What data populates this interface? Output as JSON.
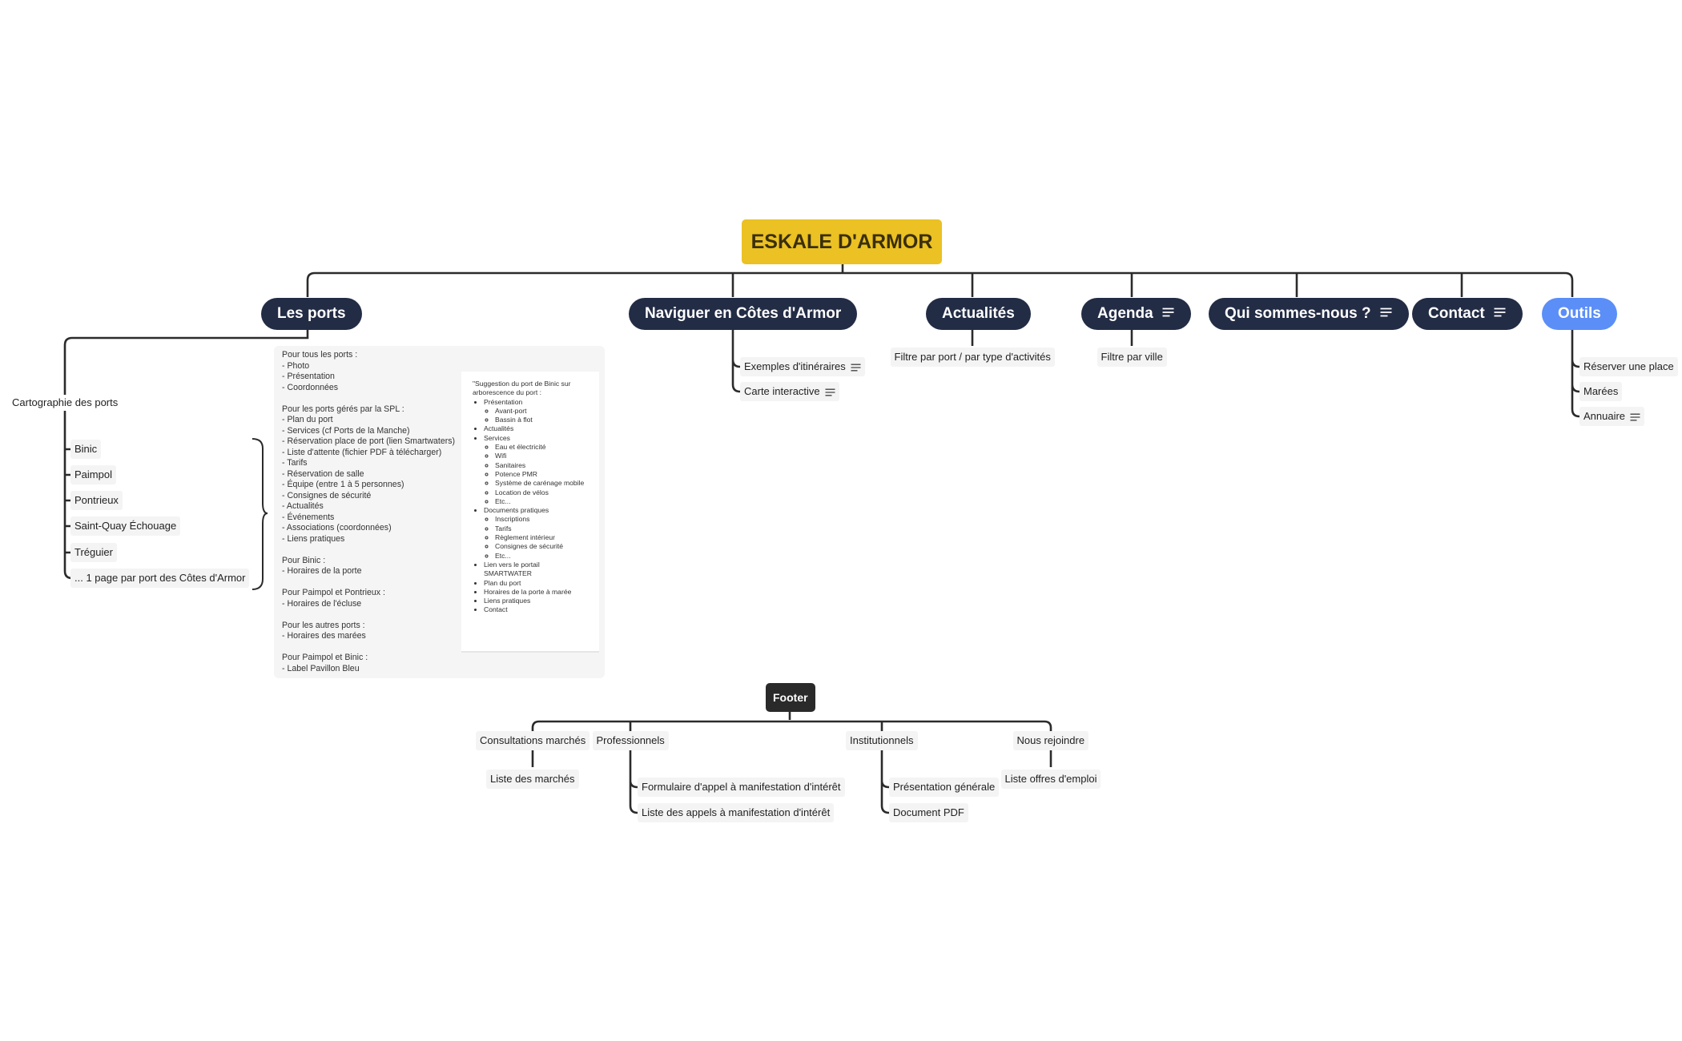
{
  "root": {
    "label": "ESKALE D'ARMOR",
    "color": "#ebc123"
  },
  "main_branches": [
    {
      "label": "Les ports"
    },
    {
      "label": "Naviguer en Côtes d'Armor"
    },
    {
      "label": "Actualités"
    },
    {
      "label": "Agenda",
      "icon": "notes-icon"
    },
    {
      "label": "Qui sommes-nous ?",
      "icon": "notes-icon"
    },
    {
      "label": "Contact",
      "icon": "notes-icon"
    },
    {
      "label": "Outils",
      "color": "#5b8ef7"
    }
  ],
  "les_ports": {
    "cartography": "Cartographie des ports",
    "ports": [
      "Binic",
      "Paimpol",
      "Pontrieux",
      "Saint-Quay Échouage",
      "Tréguier",
      "... 1 page par port des Côtes d'Armor"
    ],
    "note_lines": [
      "Pour tous les ports :",
      "- Photo",
      "- Présentation",
      "- Coordonnées",
      "",
      "Pour les ports gérés par la SPL :",
      "- Plan du port",
      "- Services (cf Ports de la Manche)",
      "- Réservation place de port (lien Smartwaters)",
      "- Liste d'attente (fichier PDF à télécharger)",
      "- Tarifs",
      "- Réservation de salle",
      "- Équipe (entre 1 à 5 personnes)",
      "- Consignes de sécurité",
      "- Actualités",
      "- Événements",
      "- Associations (coordonnées)",
      "- Liens pratiques",
      "",
      "Pour Binic :",
      "- Horaires de la porte",
      "",
      "Pour Paimpol et Pontrieux :",
      "- Horaires de l'écluse",
      "",
      "Pour les autres ports :",
      "- Horaires des marées",
      "",
      "Pour Paimpol et Binic :",
      "- Label Pavillon Bleu"
    ],
    "suggestion": {
      "title": "\"Suggestion du port de Binic sur arborescence du port :",
      "items": [
        {
          "label": "Présentation",
          "children": [
            "Avant-port",
            "Bassin à flot"
          ]
        },
        {
          "label": "Actualités",
          "children": []
        },
        {
          "label": "Services",
          "children": [
            "Eau et électricité",
            "Wifi",
            "Sanitaires",
            "Potence PMR",
            "Système de carénage mobile",
            "Location de vélos",
            "Etc..."
          ]
        },
        {
          "label": "Documents pratiques",
          "children": [
            "Inscriptions",
            "Tarifs",
            "Règlement intérieur",
            "Consignes de sécurité",
            "Etc..."
          ]
        },
        {
          "label": "Lien vers le portail SMARTWATER",
          "children": []
        },
        {
          "label": "Plan du port",
          "children": []
        },
        {
          "label": "Horaires de la porte à marée",
          "children": []
        },
        {
          "label": "Liens pratiques",
          "children": []
        },
        {
          "label": "Contact",
          "children": []
        }
      ]
    }
  },
  "naviguer": {
    "children": [
      "Exemples d'itinéraires",
      "Carte interactive"
    ]
  },
  "actualites": {
    "children": [
      "Filtre par port / par type d'activités"
    ]
  },
  "agenda": {
    "children": [
      "Filtre par ville"
    ]
  },
  "outils": {
    "children": [
      "Réserver une place",
      "Marées",
      "Annuaire"
    ]
  },
  "footer": {
    "label": "Footer",
    "groups": [
      {
        "label": "Consultations marchés",
        "children": [
          "Liste des marchés"
        ]
      },
      {
        "label": "Professionnels",
        "children": [
          "Formulaire d'appel à manifestation d'intérêt",
          "Liste des appels à manifestation d'intérêt"
        ]
      },
      {
        "label": "Institutionnels",
        "children": [
          "Présentation générale",
          "Document PDF"
        ]
      },
      {
        "label": "Nous rejoindre",
        "children": [
          "Liste offres d'emploi"
        ]
      }
    ]
  }
}
